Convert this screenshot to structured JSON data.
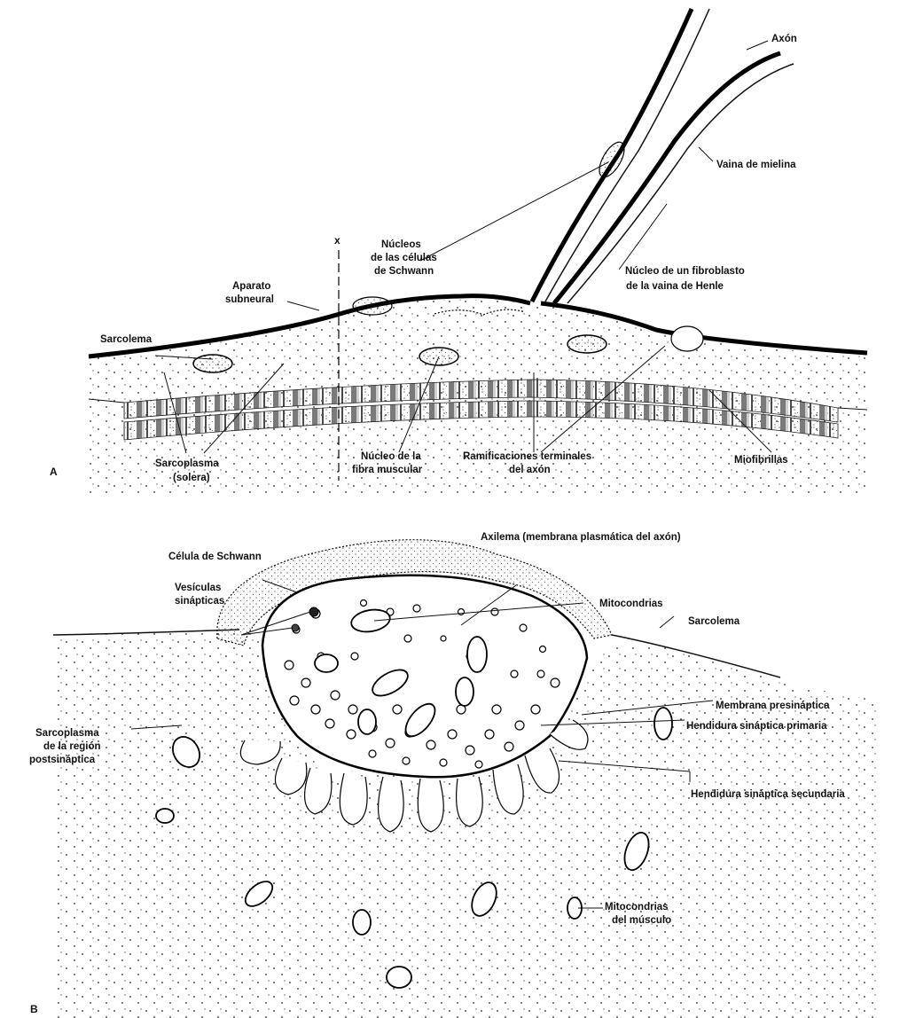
{
  "panels": {
    "a": "A",
    "b": "B",
    "x_mark": "x"
  },
  "labels_a": {
    "axon": "Axón",
    "myelin": "Vaina de mielina",
    "schwann_nuclei_1": "Núcleos",
    "schwann_nuclei_2": "de las células",
    "schwann_nuclei_3": "de Schwann",
    "fibroblast_1": "Núcleo de un fibroblasto",
    "fibroblast_2": "de la vaina de Henle",
    "subneural_1": "Aparato",
    "subneural_2": "subneural",
    "sarcolemma": "Sarcolema",
    "sarcoplasm_1": "Sarcoplasma",
    "sarcoplasm_2": "(solera)",
    "muscle_nucleus_1": "Núcleo de la",
    "muscle_nucleus_2": "fibra muscular",
    "terminal_branches_1": "Ramificaciones terminales",
    "terminal_branches_2": "del axón",
    "myofibrils": "Miofibrillas"
  },
  "labels_b": {
    "schwann_cell": "Célula de Schwann",
    "axolemma": "Axilema (membrana plasmática del axón)",
    "vesicles_1": "Vesículas",
    "vesicles_2": "sinápticas",
    "mitochondria": "Mitocondrias",
    "sarcolemma": "Sarcolema",
    "presynaptic": "Membrana presináptica",
    "primary_cleft": "Hendidura sináptica primaria",
    "sarcoplasm_1": "Sarcoplasma",
    "sarcoplasm_2": "de la región",
    "sarcoplasm_3": "postsináptica",
    "secondary_cleft": "Hendidura sináptica secundaria",
    "muscle_mito_1": "Mitocondrias",
    "muscle_mito_2": "del músculo"
  }
}
